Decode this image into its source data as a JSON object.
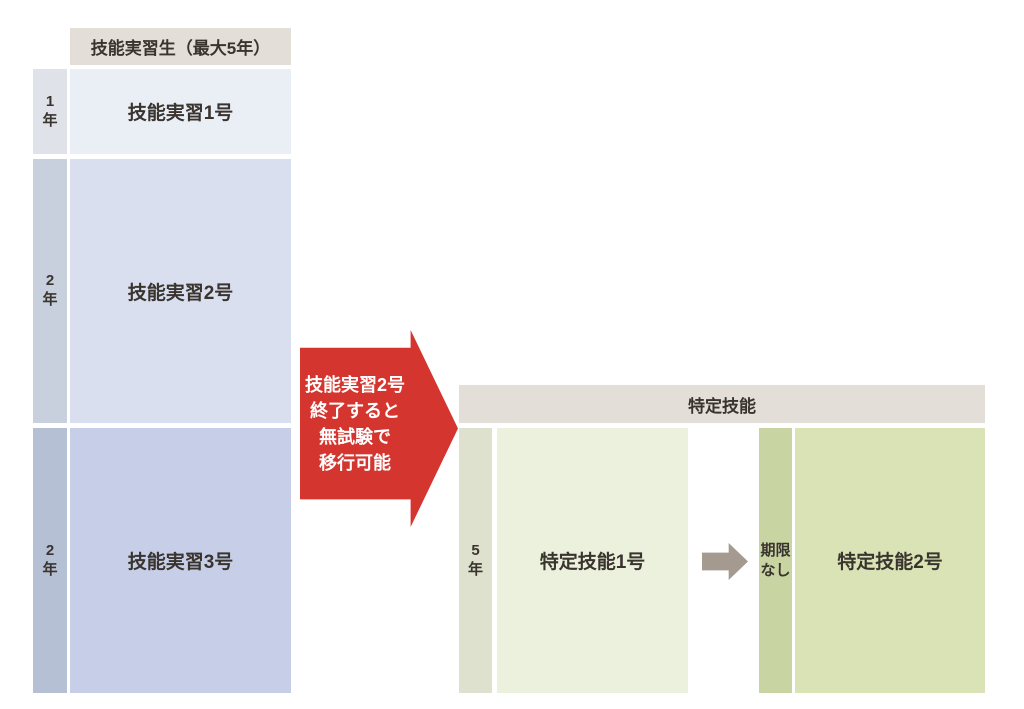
{
  "left_table": {
    "header": "技能実習生（最大5年）",
    "rows": [
      {
        "duration": "1年",
        "label": "技能実習1号"
      },
      {
        "duration": "2年",
        "label": "技能実習2号"
      },
      {
        "duration": "2年",
        "label": "技能実習3号"
      }
    ]
  },
  "transition_arrow": {
    "lines": [
      "技能実習2号",
      "終了すると",
      "無試験で",
      "移行可能"
    ]
  },
  "right_table": {
    "header": "特定技能",
    "stage1": {
      "duration": "5年",
      "label": "特定技能1号"
    },
    "stage2": {
      "duration": "期限なし",
      "label": "特定技能2号"
    }
  },
  "colors": {
    "header_bg": "#e3ded7",
    "row1_duration_bg": "#dfe3e9",
    "row1_cell_bg": "#eaeef5",
    "row2_duration_bg": "#c9d0dd",
    "row2_cell_bg": "#d9dfee",
    "row3_duration_bg": "#b6c0d5",
    "row3_cell_bg": "#c6cfe7",
    "stage1_duration_bg": "#dee1cd",
    "stage1_cell_bg": "#ebf1dd",
    "stage2_duration_bg": "#c8d5a3",
    "stage2_cell_bg": "#d9e3b5",
    "transition_arrow": "#d4352f",
    "next_stage_arrow": "#a49a8f",
    "text": "#3a342f"
  }
}
